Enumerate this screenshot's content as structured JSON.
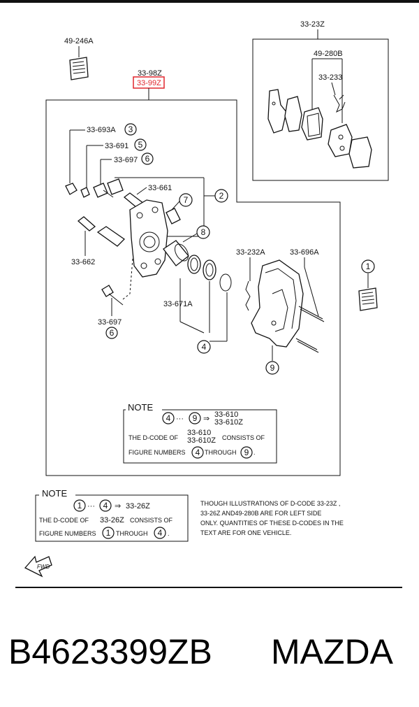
{
  "parts": {
    "kit_33_23z": "33-23Z",
    "shim_49_246a": "49-246A",
    "pad_49_280b": "49-280B",
    "spring_33_233": "33-233",
    "assy_33_98z": "33-98Z",
    "assy_33_99z": "33-99Z",
    "boot_33_693a": "33-693A",
    "pin_33_691": "33-691",
    "bolt_33_697": "33-697",
    "pin_33_661": "33-661",
    "pin_33_662": "33-662",
    "bolt_33_697_lower": "33-697",
    "clip_33_232a": "33-232A",
    "pin_33_696a": "33-696A",
    "seal_33_671a": "33-671A"
  },
  "callouts": {
    "c1": "1",
    "c2": "2",
    "c3": "3",
    "c4": "4",
    "c5": "5",
    "c6": "6",
    "c6b": "6",
    "c7": "7",
    "c8": "8",
    "c9": "9"
  },
  "inner_note": {
    "header": "NOTE",
    "from": "4",
    "dots": "···",
    "to": "9",
    "arrow": "⇒",
    "code_a": "33-610",
    "code_b": "33-610Z",
    "line2_prefix": "THE D-CODE OF",
    "line2_code_a": "33-610",
    "line2_code_b": "33-610Z",
    "line2_suffix": "CONSISTS OF",
    "line3_prefix": "FIGURE NUMBERS",
    "line3_from": "4",
    "line3_mid": "THROUGH",
    "line3_to": "9",
    "line3_end": "."
  },
  "outer_note": {
    "header": "NOTE",
    "from": "1",
    "dots": "···",
    "to": "4",
    "arrow": "⇒",
    "code": "33-26Z",
    "line2_prefix": "THE D-CODE OF",
    "line2_code": "33-26Z",
    "line2_suffix": "CONSISTS OF",
    "line3_prefix": "FIGURE NUMBERS",
    "line3_from": "1",
    "line3_mid": "THROUGH",
    "line3_to": "4",
    "line3_end": "."
  },
  "side_note": {
    "line1": "THOUGH  ILLUSTRATIONS  OF  D-CODE 33-23Z  ,",
    "line2": "33-26Z   AND49-280B  ARE  FOR  LEFT  SIDE",
    "line3": "ONLY. QUANTITIES  OF  THESE  D-CODES  IN  THE",
    "line4": "TEXT  ARE  FOR  ONE  VEHICLE."
  },
  "fwd_label": "FWD",
  "footer": {
    "code": "B4623399ZB",
    "brand": "MAZDA"
  },
  "colors": {
    "highlight": "#e0252c",
    "ink": "#111111"
  }
}
